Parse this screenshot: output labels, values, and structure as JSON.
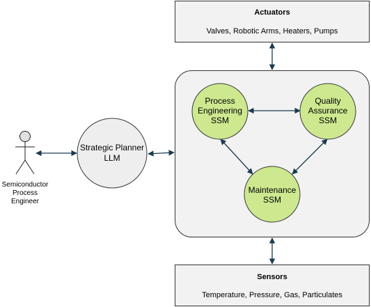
{
  "actuators": {
    "title": "Actuators",
    "items": "Valves, Robotic Arms, Heaters, Pumps"
  },
  "sensors": {
    "title": "Sensors",
    "items": "Temperature, Pressure, Gas, Particulates"
  },
  "actor": {
    "lines": [
      "Semiconductor",
      "Process",
      "Engineer"
    ]
  },
  "planner": {
    "lines": [
      "Strategic Planner",
      "LLM"
    ]
  },
  "ssm": {
    "process": [
      "Process",
      "Engineering",
      "SSM"
    ],
    "quality": [
      "Quality",
      "Assurance",
      "SSM"
    ],
    "maintenance": [
      "Maintenance",
      "SSM"
    ]
  },
  "colors": {
    "box_fill": "#f2f2f2",
    "box_stroke": "#333333",
    "ssm_fill": "#cde88f",
    "ssm_stroke": "#36393d",
    "planner_fill": "#eeeeee",
    "arrow": "#1a3a4f",
    "actor_head": "#e0e0e0"
  }
}
